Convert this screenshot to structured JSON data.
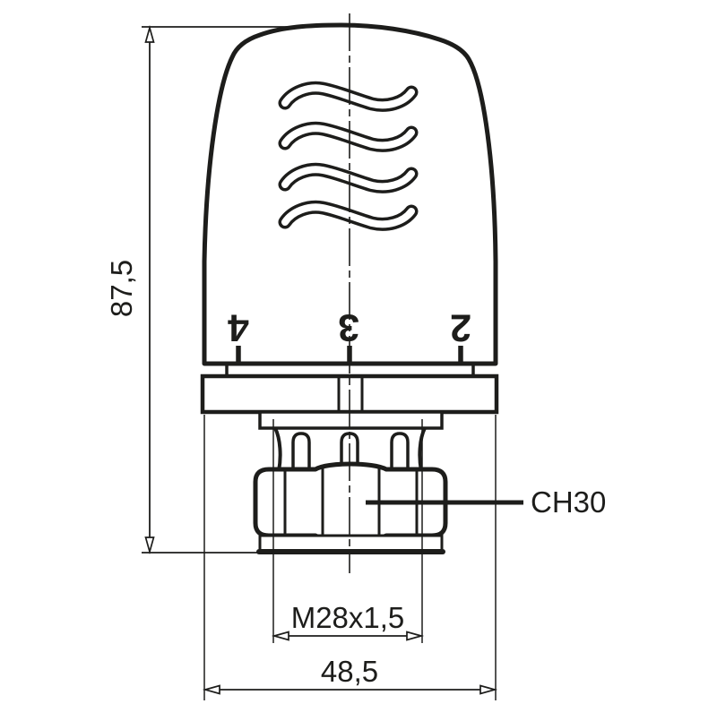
{
  "page": {
    "background": "#ffffff",
    "ink_color": "#1d1d1b",
    "content_type": "technical dimension drawing of thermostatic radiator valve head"
  },
  "drawing": {
    "dial": {
      "numbers": [
        "4",
        "3",
        "2"
      ]
    },
    "dimensions": {
      "overall_height": "87,5",
      "overall_width": "48,5",
      "thread": "M28x1,5",
      "wrench_size": "CH30"
    }
  }
}
